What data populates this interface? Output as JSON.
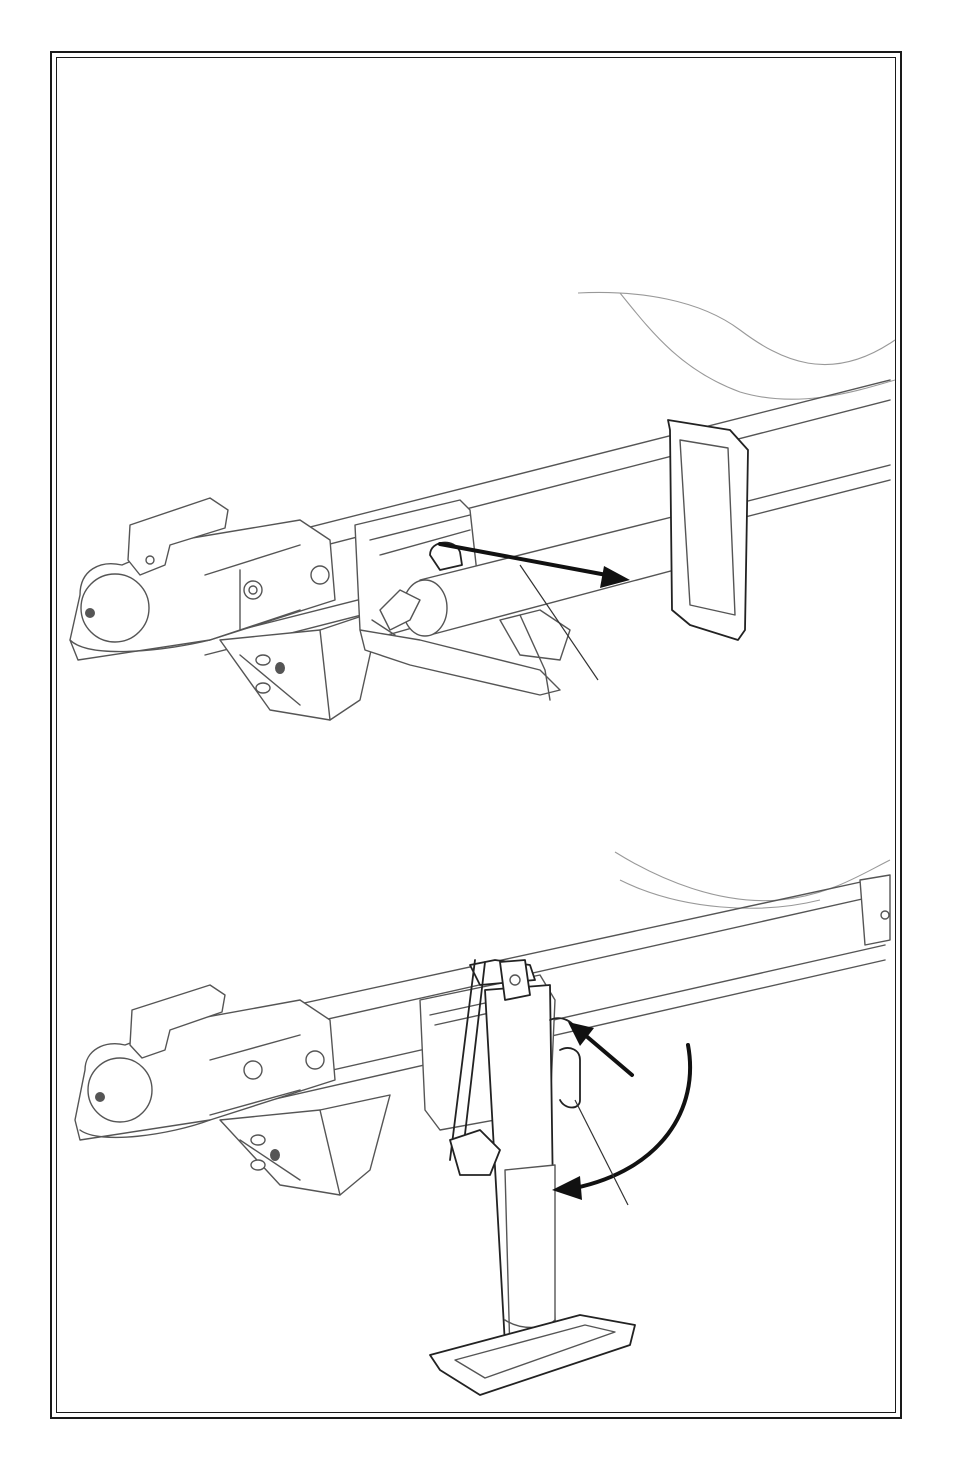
{
  "figure": {
    "panels": [
      {
        "name": "stowed-jack-panel",
        "callouts": 1,
        "arrows": 1
      },
      {
        "name": "deployed-jack-panel",
        "callouts": 1,
        "arrows": 2
      }
    ]
  },
  "colors": {
    "line": "#555555",
    "line_dark": "#222222",
    "arrow": "#111111",
    "frame": "#1a1a1a"
  },
  "icons": [
    "trailer-coupler-icon",
    "jack-stand-icon",
    "curved-arrow-icon",
    "straight-arrow-icon"
  ]
}
